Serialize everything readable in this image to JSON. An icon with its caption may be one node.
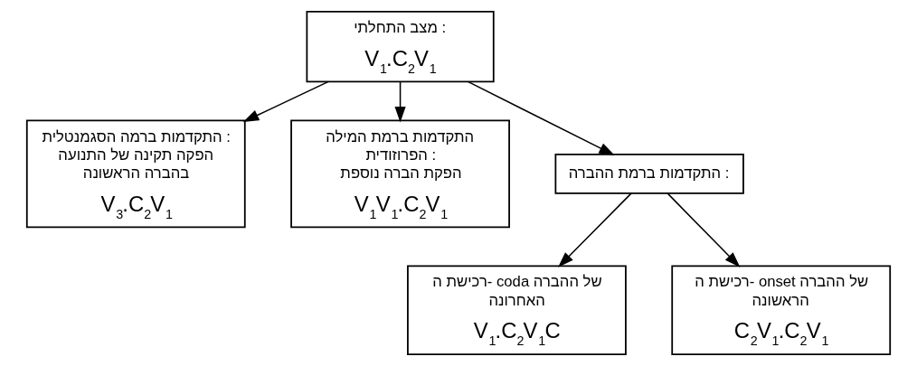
{
  "diagram": {
    "nodes": [
      {
        "text": [
          "מצב התחלתי :",
          "V$_{1}$.C$_{2}$V$_{1}$"
        ]
      },
      {
        "text": [
          "התקדמות ברמה הסגמנטלית :",
          "הפקה תקינה של התנועה בהברה הראשונה",
          "V$_{3}$.C$_{2}$V$_{1}$"
        ]
      },
      {
        "text": [
          "התקדמות ברמת המילה הפרוזודית :",
          "הפקת הברה נוספת",
          "V$_{1}$V$_{1}$.C$_{2}$V$_{1}$"
        ]
      },
      {
        "text": [
          "התקדמות ברמת ההברה :"
        ]
      },
      {
        "text": [
          "רכישת ה- coda של ההברה האחרונה",
          "V$_{1}$.C$_{2}$V$_{1}$C"
        ]
      },
      {
        "text": [
          "רכישת ה- onset של ההברה הראשונה",
          "C$_{2}$V$_{1}$.C$_{2}$V$_{1}$"
        ]
      }
    ],
    "edges": [
      {
        "from": 0,
        "to": 1,
        "arrow": "to"
      },
      {
        "from": 0,
        "to": 2,
        "arrow": "to"
      },
      {
        "from": 0,
        "to": 3,
        "arrow": "to"
      },
      {
        "from": 3,
        "to": 4,
        "arrow": "to"
      },
      {
        "from": 3,
        "to": 5,
        "arrow": "to"
      }
    ]
  }
}
